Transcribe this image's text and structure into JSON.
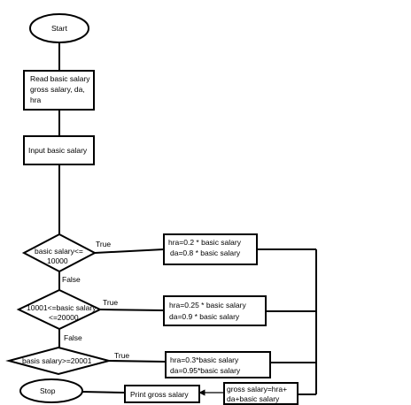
{
  "nodes": {
    "start": "Start",
    "read": [
      "Read basic salary",
      "gross salary, da,",
      "hra"
    ],
    "input": "Input basic salary",
    "decision1": [
      "basic salary<=",
      "10000"
    ],
    "decision2": [
      "10001<=basic salary",
      "<=20000"
    ],
    "decision3": "basis salary>=20001",
    "action1": [
      "hra=0.2 * basic salary",
      "da=0.8 * basic salary"
    ],
    "action2": [
      "hra=0.25 * basic salary",
      "da=0.9 * basic salary"
    ],
    "action3": [
      "hra=0.3*basic salary",
      "da=0.95*basic salary"
    ],
    "gross": [
      "gross salary=hra+",
      "da+basic salary"
    ],
    "print": "Print gross salary",
    "stop": "Stop"
  },
  "edges": {
    "true1": "True",
    "true2": "True",
    "true3": "True",
    "false1": "False",
    "false2": "False"
  }
}
